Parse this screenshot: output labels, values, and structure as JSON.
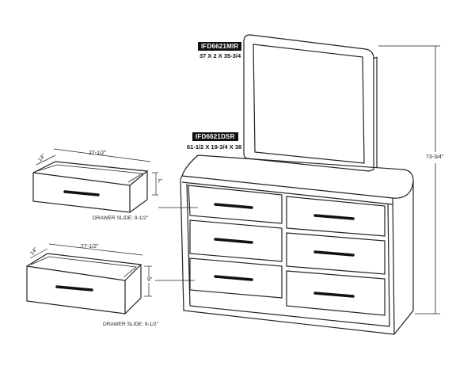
{
  "mirror": {
    "model": "IFD6621MIR",
    "dimensions": "37 X 2 X 35-3/4"
  },
  "dresser": {
    "model": "IFD6621DSR",
    "dimensions": "61-1/2 X 19-3/4 X 38",
    "overall_height": "73-3/4\""
  },
  "drawer_small": {
    "width": "27-1/2\"",
    "depth": "14\"",
    "height": "7\"",
    "slide": "DRAWER SLIDE: 9-1/2\""
  },
  "drawer_large": {
    "width": "27-1/2\"",
    "depth": "14\"",
    "height": "9\"",
    "slide": "DRAWER SLIDE: 9-1/2\""
  }
}
